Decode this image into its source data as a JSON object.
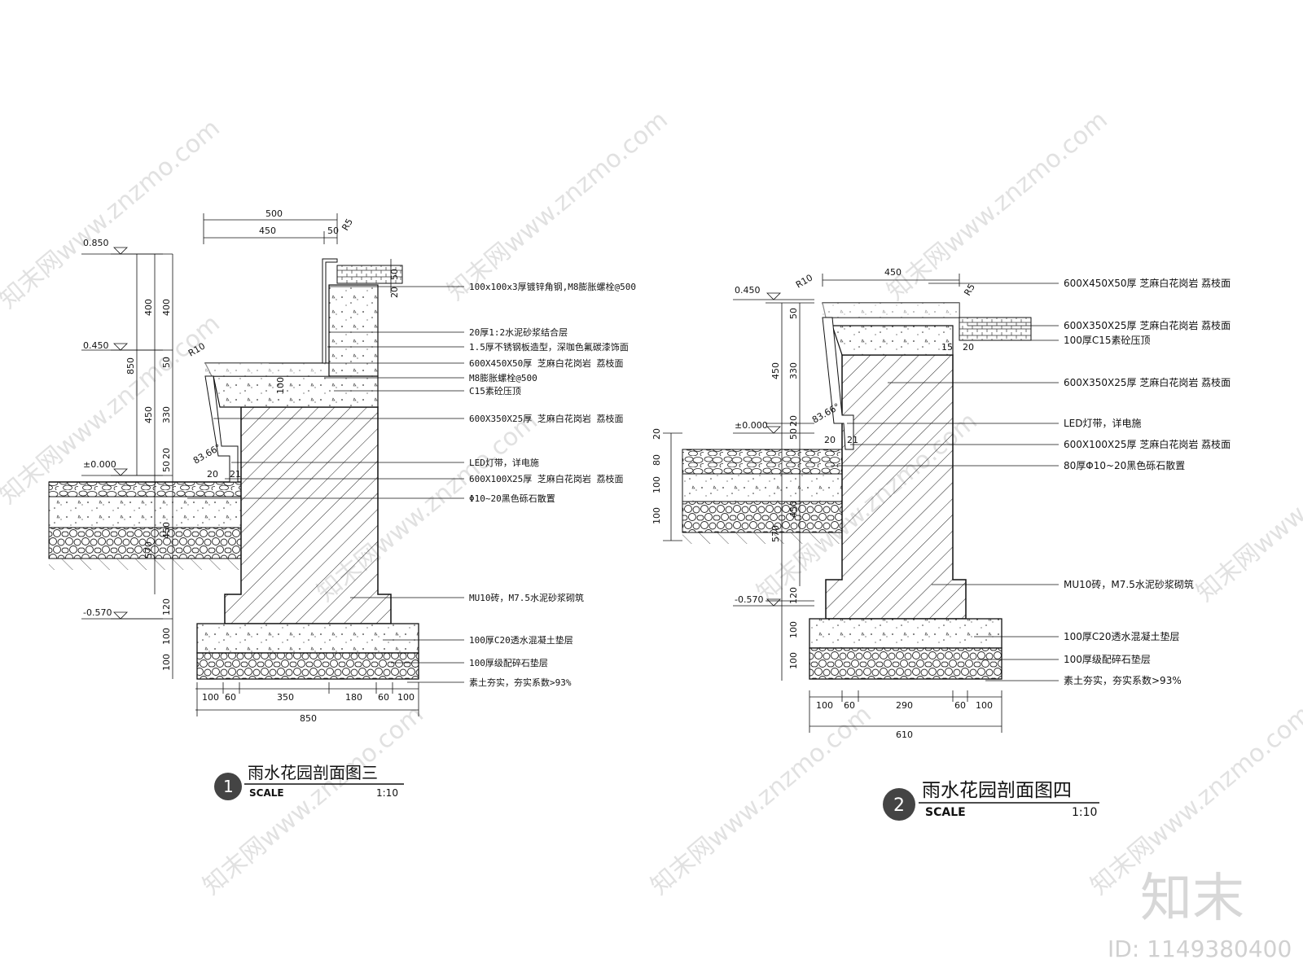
{
  "watermark": {
    "text": "知末网www.znzmo.com",
    "logo": "知末",
    "id_label": "ID: 1149380400"
  },
  "section1": {
    "title": "雨水花园剖面图三",
    "scale_label": "SCALE",
    "scale_value": "1:10",
    "number": "1",
    "elevations": [
      "0.850",
      "0.450",
      "±0.000",
      "-0.570"
    ],
    "dims_top": [
      "500",
      "450",
      "50",
      "R5"
    ],
    "dims_right_wall": [
      "50",
      "20"
    ],
    "dims_left": [
      "850",
      "400",
      "400",
      "50",
      "450",
      "330",
      "50",
      "20",
      "450",
      "570",
      "120",
      "100",
      "100"
    ],
    "misc": [
      "R10",
      "83.66°",
      "20",
      "21",
      "100"
    ],
    "dims_bottom": [
      "100",
      "60",
      "350",
      "180",
      "60",
      "100"
    ],
    "dims_total": "850",
    "notes": [
      "100x100x3厚镀锌角钢,M8膨胀螺栓@500",
      "20厚1:2水泥砂浆结合层",
      "1.5厚不锈钢板造型，深咖色氟碳漆饰面",
      "600X450X50厚 芝麻白花岗岩 荔枝面",
      "M8膨胀螺栓@500",
      "C15素砼压顶",
      "600X350X25厚 芝麻白花岗岩 荔枝面",
      "LED灯带，详电施",
      "600X100X25厚 芝麻白花岗岩 荔枝面",
      "Φ10~20黑色砾石散置",
      "MU10砖，M7.5水泥砂浆砌筑",
      "100厚C20透水混凝土垫层",
      "100厚级配碎石垫层",
      "素土夯实，夯实系数>93%"
    ]
  },
  "section2": {
    "title": "雨水花园剖面图四",
    "scale_label": "SCALE",
    "scale_value": "1:10",
    "number": "2",
    "elevations": [
      "0.450",
      "±0.000",
      "-0.570"
    ],
    "dims_top": [
      "450",
      "R10",
      "R5"
    ],
    "dims_left": [
      "50",
      "450",
      "330",
      "20",
      "50",
      "20",
      "80",
      "100",
      "100",
      "450",
      "570",
      "120",
      "100",
      "100"
    ],
    "misc": [
      "83.66°",
      "20",
      "21",
      "15",
      "20"
    ],
    "dims_bottom": [
      "100",
      "60",
      "290",
      "60",
      "100"
    ],
    "dims_total": "610",
    "notes": [
      "600X450X50厚 芝麻白花岗岩 荔枝面",
      "600X350X25厚 芝麻白花岗岩 荔枝面",
      "100厚C15素砼压顶",
      "600X350X25厚 芝麻白花岗岩 荔枝面",
      "LED灯带，详电施",
      "600X100X25厚 芝麻白花岗岩 荔枝面",
      "80厚Φ10~20黑色砾石散置",
      "MU10砖，M7.5水泥砂浆砌筑",
      "100厚C20透水混凝土垫层",
      "100厚级配碎石垫层",
      "素土夯实，夯实系数>93%"
    ]
  }
}
